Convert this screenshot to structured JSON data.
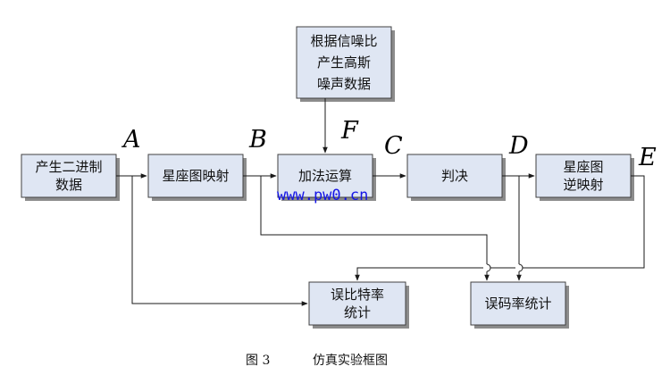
{
  "boxes": {
    "gen_binary": {
      "lines": [
        "产生二进制",
        "数据"
      ]
    },
    "constellation": {
      "lines": [
        "星座图映射"
      ]
    },
    "noise": {
      "lines": [
        "根据信噪比",
        "产生高斯",
        "噪声数据"
      ]
    },
    "adder": {
      "lines": [
        "加法运算"
      ]
    },
    "decision": {
      "lines": [
        "判决"
      ]
    },
    "inverse_map": {
      "lines": [
        "星座图",
        "逆映射"
      ]
    },
    "ber_stats": {
      "lines": [
        "误比特率",
        "统计"
      ]
    },
    "ser_stats": {
      "lines": [
        "误码率统计"
      ]
    }
  },
  "points": {
    "A": "A",
    "B": "B",
    "C": "C",
    "D": "D",
    "E": "E",
    "F": "F"
  },
  "watermark": "www.pw0.cn",
  "caption": {
    "number": "图 3",
    "title": "仿真实验框图"
  }
}
